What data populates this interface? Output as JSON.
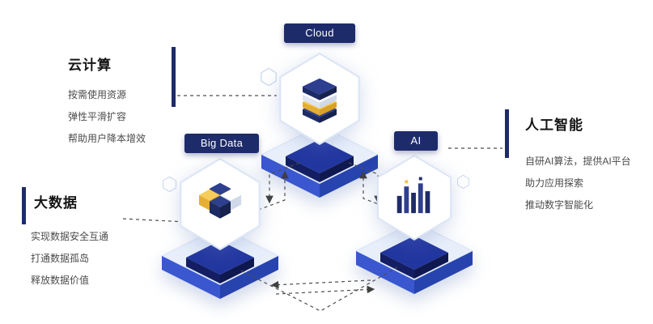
{
  "nodes": {
    "cloud": {
      "badge": "Cloud",
      "icon": "layer-stack-icon"
    },
    "bigdata": {
      "badge": "Big Data",
      "icon": "cube-cluster-icon"
    },
    "ai": {
      "badge": "AI",
      "icon": "bar-chart-icon"
    }
  },
  "panels": {
    "cloud": {
      "title": "云计算",
      "lines": [
        "按需使用资源",
        "弹性平滑扩容",
        "帮助用户降本增效"
      ]
    },
    "bigdata": {
      "title": "大数据",
      "lines": [
        "实现数据安全互通",
        "打通数据孤岛",
        "释放数据价值"
      ]
    },
    "ai": {
      "title": "人工智能",
      "lines": [
        "自研AI算法，提供AI平台",
        "助力应用探索",
        "推动数字智能化"
      ]
    }
  },
  "colors": {
    "badge_navy": "#1e2b6b",
    "platform_top": "#e8effb",
    "platform_side_left": "#3a57cf",
    "platform_side_right": "#2743ae",
    "pedestal_navy": "#2236a0",
    "accent_yellow": "#f0c24b",
    "text_dark": "#151515",
    "text_body": "#4b4b4b",
    "connector_gray": "#3f3f3f"
  }
}
